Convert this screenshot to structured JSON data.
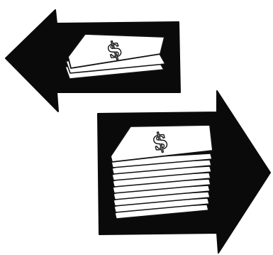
{
  "illustration": {
    "background": "#ffffff",
    "arrow_color": "#0a0a0a",
    "paper_color": "#ffffff",
    "ink_color": "#111111",
    "top_arrow": {
      "direction": "left",
      "symbol": "$",
      "bill_layers": 3
    },
    "bottom_arrow": {
      "direction": "right",
      "symbol": "$",
      "bill_layers": 10
    }
  }
}
